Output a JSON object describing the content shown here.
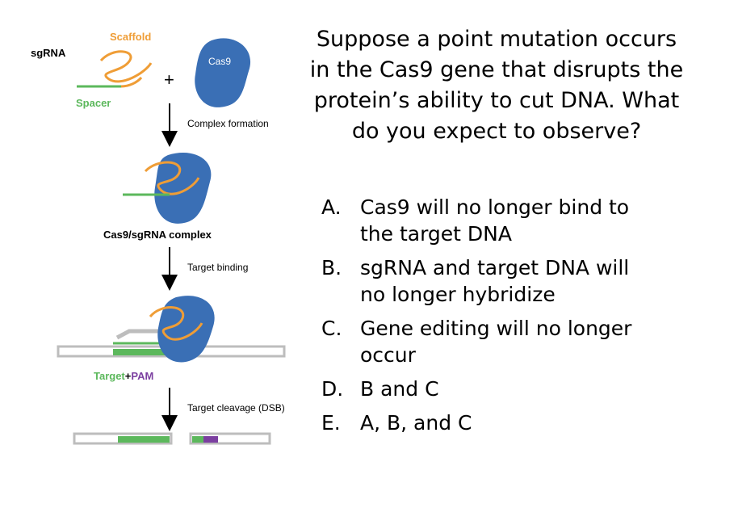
{
  "diagram": {
    "sgrna_label": "sgRNA",
    "scaffold_label": "Scaffold",
    "spacer_label": "Spacer",
    "plus_sign": "+",
    "cas9_label": "Cas9",
    "step1_label": "Complex formation",
    "complex_label": "Cas9/sgRNA complex",
    "step2_label": "Target binding",
    "target_label": "Target",
    "plus_joiner": "+",
    "pam_label": "PAM",
    "step3_label": "Target cleavage (DSB)",
    "colors": {
      "cas9": "#3a6fb5",
      "scaffold": "#ef9d36",
      "spacer": "#5cb85c",
      "pam": "#7b3fa0",
      "dna": "#bdbdbd"
    }
  },
  "question": {
    "lines": [
      "Suppose a point mutation occurs",
      "in the Cas9 gene that disrupts the",
      "protein’s ability to cut DNA. What",
      "do you expect to observe?"
    ]
  },
  "options": [
    {
      "letter": "A.",
      "lines": [
        "Cas9 will no longer bind to",
        "the target DNA"
      ]
    },
    {
      "letter": "B.",
      "lines": [
        "sgRNA and target DNA will",
        "no longer hybridize"
      ]
    },
    {
      "letter": "C.",
      "lines": [
        "Gene editing will no longer",
        "occur"
      ]
    },
    {
      "letter": "D.",
      "lines": [
        "B and C"
      ]
    },
    {
      "letter": "E.",
      "lines": [
        "A, B, and C"
      ]
    }
  ]
}
